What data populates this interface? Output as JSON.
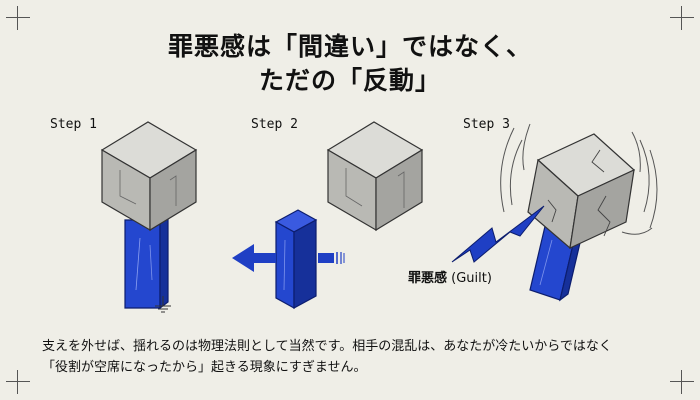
{
  "title_line1": "罪悪感は「間違い」ではなく、",
  "title_line2": "ただの「反動」",
  "steps": [
    "Step 1",
    "Step 2",
    "Step 3"
  ],
  "guilt_label": {
    "jp": "罪悪感",
    "en": "(Guilt)"
  },
  "caption_line1": "支えを外せば、揺れるのは物理法則として当然です。相手の混乱は、あなたが冷たいからではなく",
  "caption_line2": "「役割が空席になったから」起きる現象にすぎません。",
  "colors": {
    "background": "#efeee7",
    "pillar": "#1f3fc4",
    "stone": "#c9c9c4",
    "ink": "#111111"
  }
}
